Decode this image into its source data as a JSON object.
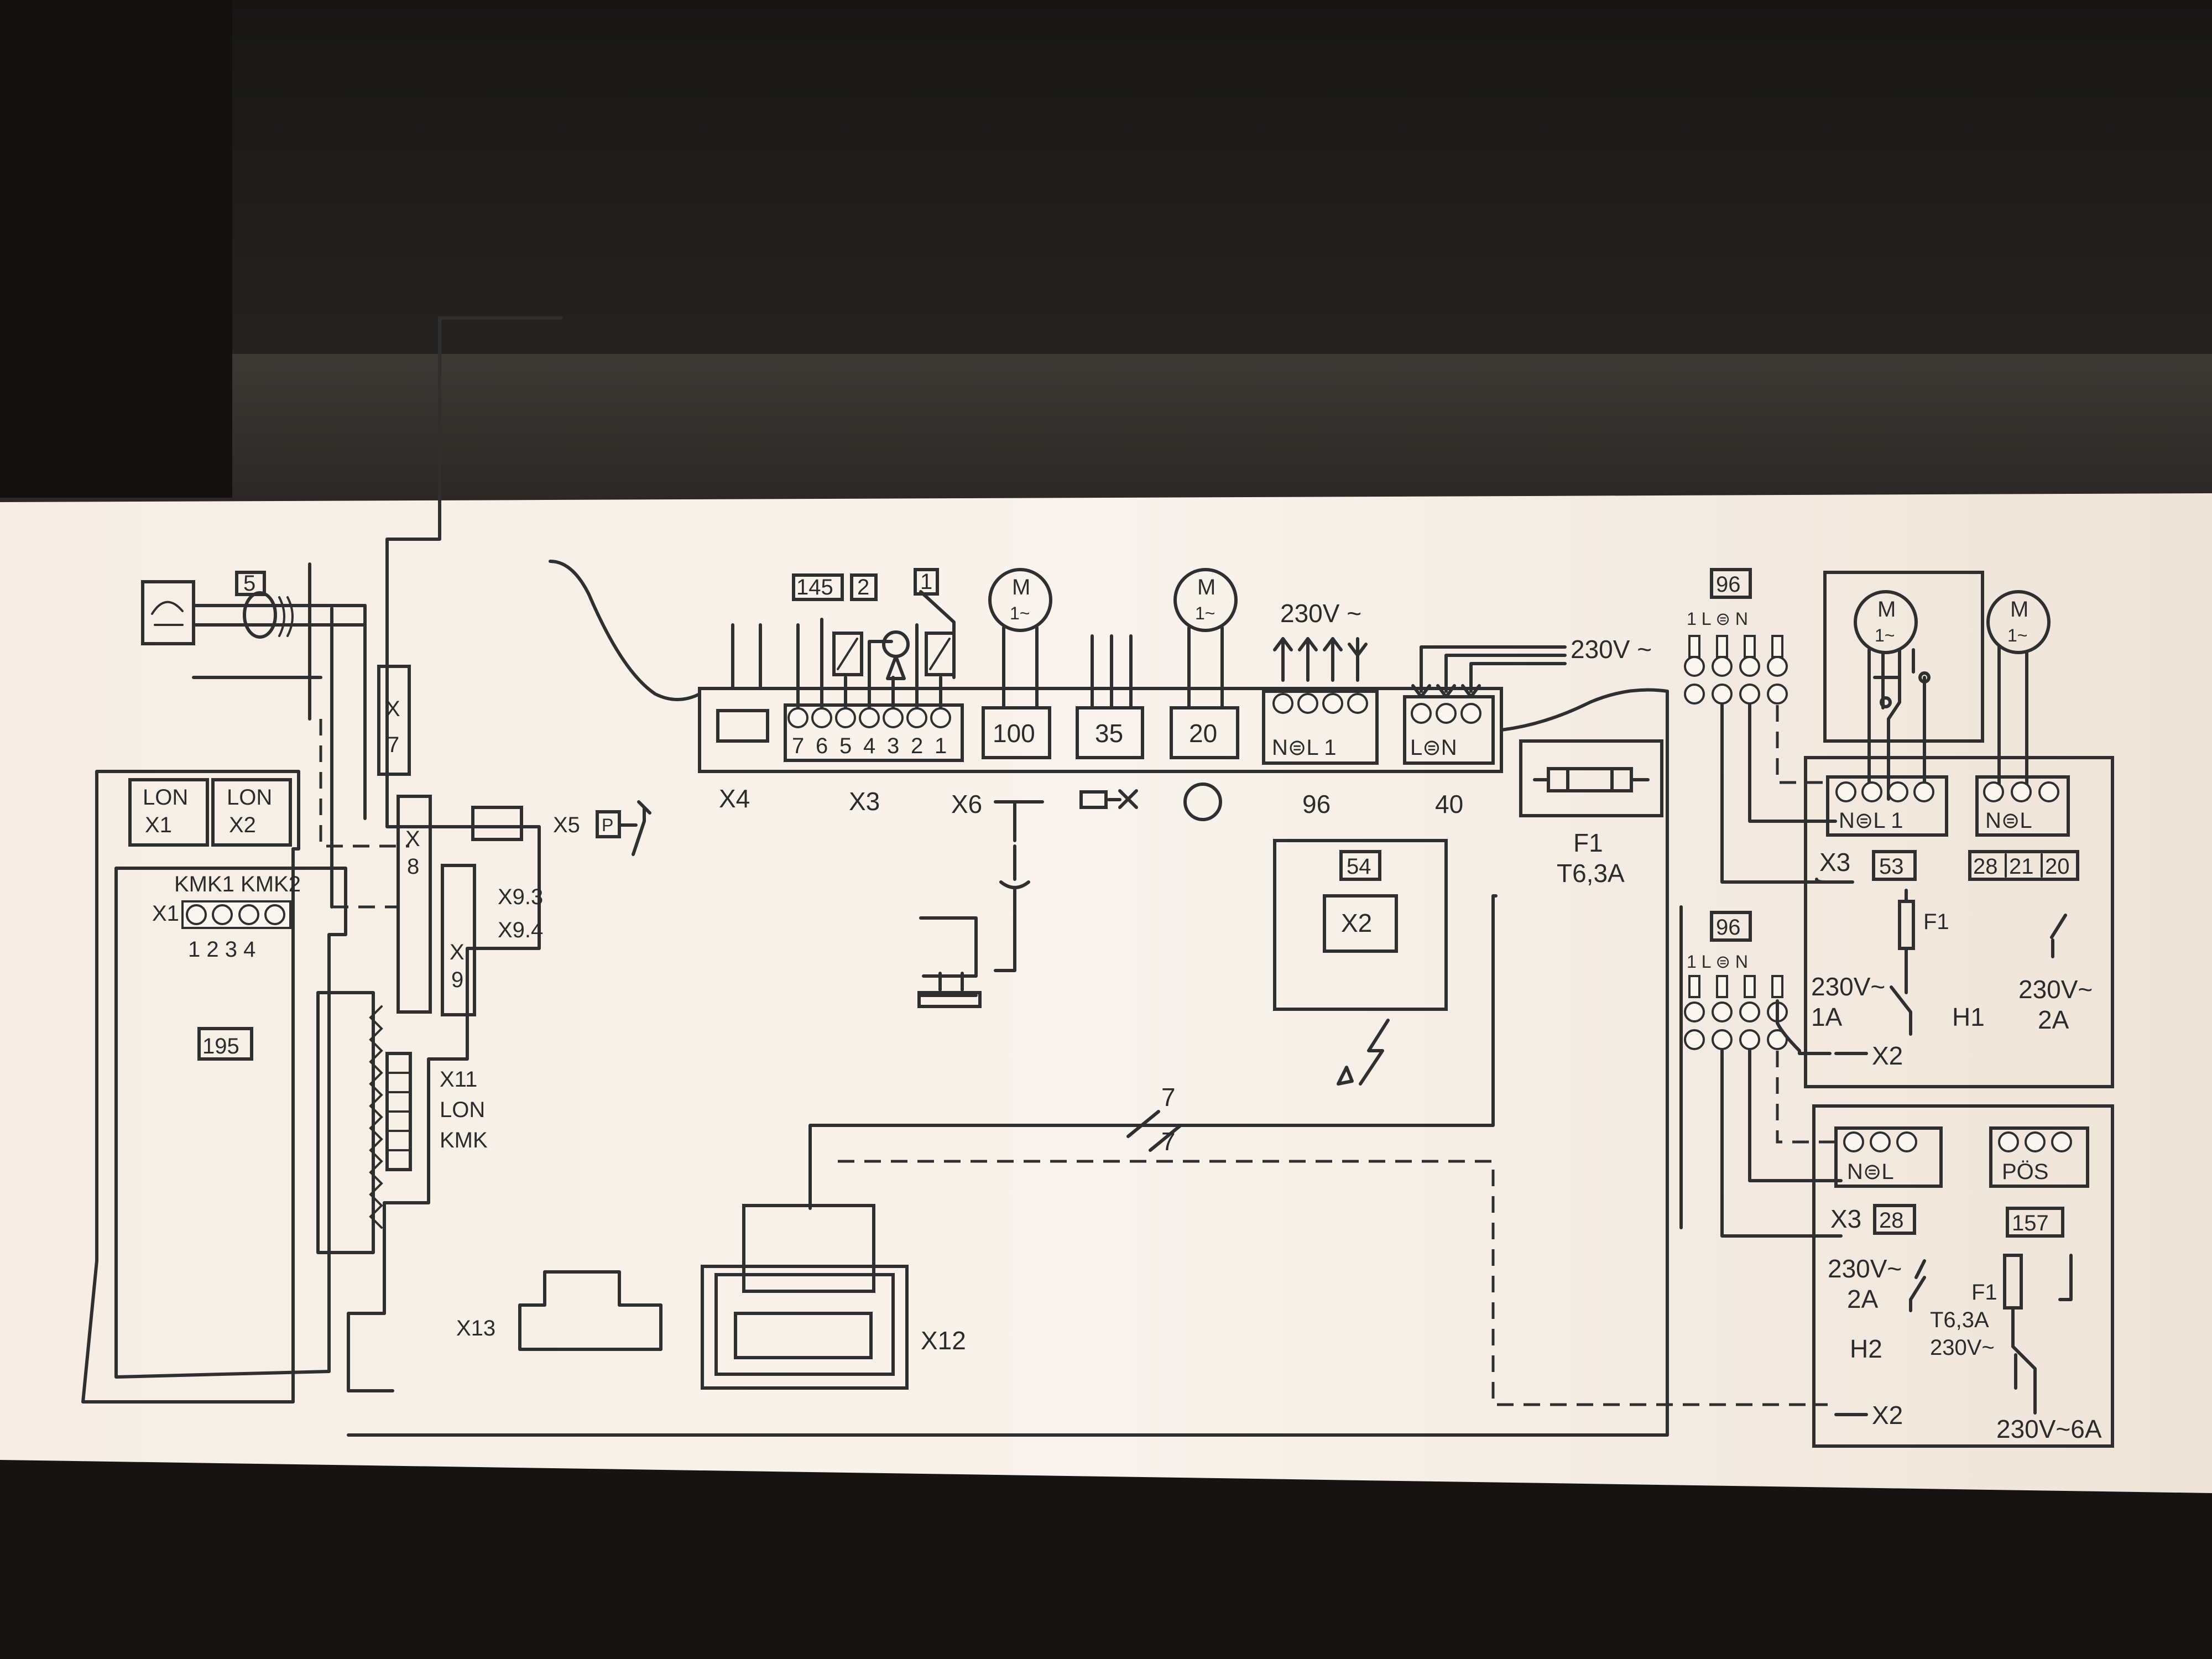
{
  "diagram": {
    "top_labels": {
      "ref_5": "5",
      "ref_145": "145",
      "ref_2": "2",
      "ref_1": "1",
      "motor_m": "M",
      "motor_1ph": "1~",
      "voltage_230_a": "230V ~",
      "voltage_230_b": "230V ~",
      "ref_96_top": "96",
      "term_1": "1",
      "term_L": "L",
      "term_N": "N"
    },
    "left": {
      "lon_x1_a": "LON",
      "lon_x1_b": "X1",
      "lon_x2_a": "LON",
      "lon_x2_b": "X2",
      "kmk": "KMK1 KMK2",
      "x1": "X1",
      "pins": "1 2 3 4",
      "ref_195": "195",
      "x7": "X\n7",
      "x8": "X\n8",
      "x9": "X\n9",
      "x93": "X9.3",
      "x94": "X9.4",
      "x5": "X5",
      "x5_p": "P",
      "x11": "X11",
      "lon": "LON",
      "kmk_lbl": "KMK",
      "x13": "X13",
      "x12": "X12"
    },
    "board": {
      "x4": "X4",
      "x3": "X3",
      "x3_pins": [
        "7",
        "6",
        "5",
        "4",
        "3",
        "2",
        "1"
      ],
      "x6": "X6",
      "plug_100": "100",
      "plug_35": "35",
      "plug_20": "20",
      "conn_96": "96",
      "conn_96_pins": "N⊜L 1",
      "conn_40": "40",
      "conn_40_pins": "L⊜N",
      "fuse_f1": "F1",
      "fuse_rating": "T6,3A",
      "ref_54": "54",
      "x2": "X2",
      "cable_count_a": "7",
      "cable_count_b": "7"
    },
    "right_top": {
      "ref_96": "96",
      "pins_1": "1 L ⊜ N",
      "term_block_a": "N⊜L 1",
      "term_block_b": "N⊜L",
      "x3": "X3",
      "ref_53": "53",
      "ref_28": "28",
      "ref_21": "21",
      "ref_20": "20",
      "f1": "F1",
      "v_1a_a": "230V~",
      "v_1a_b": "1A",
      "h1": "H1",
      "v_2a_a": "230V~",
      "v_2a_b": "2A",
      "x2": "X2",
      "ref_96_b": "96",
      "pins_2": "1 L ⊜ N"
    },
    "right_bottom": {
      "term_block_a": "N⊜L",
      "term_block_b": "PÖS",
      "x3": "X3",
      "ref_28": "28",
      "ref_157": "157",
      "v_2a_a": "230V~",
      "v_2a_b": "2A",
      "f1": "F1",
      "t63a": "T6,3A",
      "v_230": "230V~",
      "h2": "H2",
      "x2": "X2",
      "v_6a": "230V~6A"
    },
    "colors": {
      "paper": "#f7f1e8",
      "ink": "#2f2f2f",
      "background_dark": "#1c1b1a",
      "panel_shadow": "#3a3632"
    }
  }
}
